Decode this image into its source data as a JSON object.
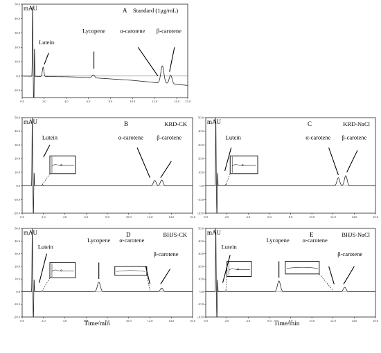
{
  "figure": {
    "xlabel": "Time/min"
  },
  "chart_data": [
    {
      "id": "A",
      "type": "line",
      "letter": "A",
      "condition": "Standard (1μg/mL)",
      "ylabel": "mAU",
      "xlim": [
        0,
        15
      ],
      "ylim": [
        -15,
        50
      ],
      "xticks": [
        0,
        2,
        4,
        6,
        8,
        10,
        12,
        14
      ],
      "xtick_labels": [
        "0.0",
        "2.0",
        "4.0",
        "6.0",
        "8.0",
        "10.0",
        "12.0",
        "14.0",
        "15.0"
      ],
      "yticks": [
        -10,
        0,
        10,
        20,
        30,
        40,
        50
      ],
      "ytick_labels": [
        "-10.0",
        "0.0",
        "10.0",
        "20.0",
        "30.0",
        "40.0",
        "50.0"
      ],
      "series": [
        {
          "baseline": [
            [
              0,
              0
            ],
            [
              1.7,
              -0.3
            ],
            [
              4,
              -0.5
            ],
            [
              6,
              -1
            ],
            [
              8,
              -2
            ],
            [
              10,
              -3
            ],
            [
              12,
              -4.5
            ],
            [
              15,
              -6.5
            ]
          ],
          "peaks": [
            {
              "x": 0.95,
              "h": 49,
              "w": 0.025
            },
            {
              "x": 1.05,
              "h": -28,
              "w": 0.025
            },
            {
              "x": 1.12,
              "h": 20,
              "w": 0.02
            },
            {
              "x": 1.9,
              "h": 6.5,
              "w": 0.07
            },
            {
              "x": 6.45,
              "h": 2,
              "w": 0.12
            },
            {
              "x": 12.7,
              "h": 12,
              "w": 0.14
            },
            {
              "x": 13.45,
              "h": 6,
              "w": 0.13
            }
          ]
        }
      ],
      "annotations": [
        {
          "text": "Lutein",
          "x": 2.2,
          "y": 22,
          "tip": [
            2.0,
            8
          ],
          "tail": [
            2.4,
            16
          ]
        },
        {
          "text": "Lycopene",
          "x": 6.5,
          "y": 30,
          "tip": [
            6.5,
            5
          ],
          "tail": [
            6.5,
            17
          ]
        },
        {
          "text": "α-carotene",
          "x": 10.0,
          "y": 30,
          "tip": [
            12.3,
            0
          ],
          "tail": [
            10.5,
            20
          ]
        },
        {
          "text": "β-carotene",
          "x": 13.3,
          "y": 30,
          "tip": [
            13.35,
            3
          ],
          "tail": [
            13.8,
            20
          ]
        }
      ]
    },
    {
      "id": "B",
      "type": "line",
      "letter": "B",
      "condition": "KRD-CK",
      "ylabel": "mAU",
      "xlim": [
        0,
        16
      ],
      "ylim": [
        -20,
        50
      ],
      "xticks": [
        0,
        2,
        4,
        6,
        8,
        10,
        12,
        14,
        16
      ],
      "xtick_labels": [
        "0.0",
        "2.0",
        "4.0",
        "6.0",
        "8.0",
        "10.0",
        "12.0",
        "14.0",
        "16.0"
      ],
      "yticks": [
        -20,
        -10,
        0,
        10,
        20,
        30,
        40,
        50
      ],
      "ytick_labels": [
        "-20.0",
        "-10.0",
        "0.0",
        "10.0",
        "20.0",
        "30.0",
        "40.0",
        "50.0"
      ],
      "series": [
        {
          "baseline": [
            [
              0,
              0
            ],
            [
              16,
              0
            ]
          ],
          "peaks": [
            {
              "x": 0.95,
              "h": 50,
              "w": 0.025
            },
            {
              "x": 1.05,
              "h": -23,
              "w": 0.025
            },
            {
              "x": 1.12,
              "h": 10,
              "w": 0.02
            },
            {
              "x": 1.9,
              "h": 0.8,
              "w": 0.06
            },
            {
              "x": 12.45,
              "h": 4,
              "w": 0.13
            },
            {
              "x": 13.1,
              "h": 4.3,
              "w": 0.13
            }
          ]
        }
      ],
      "inset": {
        "x0": 2.6,
        "y0": 22,
        "x1": 5.0,
        "y1": 9
      },
      "annotations": [
        {
          "text": "Lutein",
          "x": 2.6,
          "y": 34,
          "tip": [
            2.0,
            21
          ],
          "tail": [
            2.6,
            30
          ]
        },
        {
          "text": "α-carotene",
          "x": 10.2,
          "y": 34,
          "tip": [
            12.0,
            6
          ],
          "tail": [
            10.8,
            28
          ]
        },
        {
          "text": "β-carotene",
          "x": 13.8,
          "y": 34,
          "tip": [
            13.0,
            6
          ],
          "tail": [
            14.0,
            18
          ]
        }
      ]
    },
    {
      "id": "C",
      "type": "line",
      "letter": "C",
      "condition": "KRD-NaCl",
      "ylabel": "mAU",
      "xlim": [
        0,
        16
      ],
      "ylim": [
        -20,
        50
      ],
      "xticks": [
        0,
        2,
        4,
        6,
        8,
        10,
        12,
        14,
        16
      ],
      "xtick_labels": [
        "0.0",
        "2.0",
        "4.0",
        "6.0",
        "8.0",
        "10.0",
        "12.0",
        "14.0",
        "16.0"
      ],
      "yticks": [
        -20,
        -10,
        0,
        10,
        20,
        30,
        40,
        50
      ],
      "ytick_labels": [
        "-20.0",
        "-10.0",
        "0.0",
        "10.0",
        "20.0",
        "30.0",
        "40.0",
        "50.0"
      ],
      "series": [
        {
          "baseline": [
            [
              0,
              0
            ],
            [
              16,
              0
            ]
          ],
          "peaks": [
            {
              "x": 0.95,
              "h": 50,
              "w": 0.025
            },
            {
              "x": 1.05,
              "h": -23,
              "w": 0.025
            },
            {
              "x": 1.12,
              "h": 10,
              "w": 0.02
            },
            {
              "x": 1.9,
              "h": 1.0,
              "w": 0.06
            },
            {
              "x": 12.5,
              "h": 6,
              "w": 0.13
            },
            {
              "x": 13.2,
              "h": 7.5,
              "w": 0.13
            }
          ]
        }
      ],
      "inset": {
        "x0": 2.3,
        "y0": 22,
        "x1": 4.9,
        "y1": 9
      },
      "annotations": [
        {
          "text": "Lutein",
          "x": 2.6,
          "y": 34,
          "tip": [
            1.8,
            11
          ],
          "tail": [
            2.4,
            28
          ]
        },
        {
          "text": "α-carotene",
          "x": 10.6,
          "y": 34,
          "tip": [
            12.5,
            8
          ],
          "tail": [
            11.6,
            28
          ]
        },
        {
          "text": "β-carotene",
          "x": 14.0,
          "y": 34,
          "tip": [
            13.3,
            10
          ],
          "tail": [
            14.3,
            26
          ]
        }
      ]
    },
    {
      "id": "D",
      "type": "line",
      "letter": "D",
      "condition": "BHJS-CK",
      "ylabel": "mAU",
      "xlim": [
        0,
        16
      ],
      "ylim": [
        -20,
        50
      ],
      "xticks": [
        0,
        2,
        4,
        6,
        8,
        10,
        12,
        14,
        16
      ],
      "xtick_labels": [
        "0.0",
        "2.0",
        "4.0",
        "6.0",
        "8.0",
        "10.0",
        "12.0",
        "14.0",
        "16.0"
      ],
      "yticks": [
        -20,
        -10,
        0,
        10,
        20,
        30,
        40,
        50
      ],
      "ytick_labels": [
        "-20.0",
        "-10.0",
        "0.0",
        "10.0",
        "20.0",
        "30.0",
        "40.0",
        "50.0"
      ],
      "series": [
        {
          "baseline": [
            [
              0,
              0
            ],
            [
              16,
              0
            ]
          ],
          "peaks": [
            {
              "x": 0.95,
              "h": 50,
              "w": 0.025
            },
            {
              "x": 1.05,
              "h": -25,
              "w": 0.025
            },
            {
              "x": 1.12,
              "h": 10,
              "w": 0.02
            },
            {
              "x": 1.9,
              "h": 0.8,
              "w": 0.06
            },
            {
              "x": 7.2,
              "h": 7.5,
              "w": 0.14
            },
            {
              "x": 13.1,
              "h": 2.8,
              "w": 0.13
            }
          ]
        }
      ],
      "inset": {
        "x0": 2.6,
        "y0": 23,
        "x1": 5.0,
        "y1": 11
      },
      "inset2": {
        "x0": 8.7,
        "y0": 20,
        "x1": 11.7,
        "y1": 13
      },
      "annotations": [
        {
          "text": "Lutein",
          "x": 2.2,
          "y": 34,
          "tip": [
            1.6,
            7
          ],
          "tail": [
            2.3,
            30
          ]
        },
        {
          "text": "Lycopene",
          "x": 7.2,
          "y": 39,
          "tip": [
            7.2,
            10
          ],
          "tail": [
            7.2,
            23
          ]
        },
        {
          "text": "α-carotene",
          "x": 10.3,
          "y": 39,
          "tip": [
            12.0,
            6
          ],
          "tail": [
            11.6,
            20
          ]
        },
        {
          "text": "β-carotene",
          "x": 13.5,
          "y": 28,
          "tip": [
            13.0,
            6
          ],
          "tail": [
            13.9,
            18
          ]
        }
      ]
    },
    {
      "id": "E",
      "type": "line",
      "letter": "E",
      "condition": "BHJS-NaCl",
      "ylabel": "mAU",
      "xlim": [
        0,
        16
      ],
      "ylim": [
        -20,
        50
      ],
      "xticks": [
        0,
        2,
        4,
        6,
        8,
        10,
        12,
        14,
        16
      ],
      "xtick_labels": [
        "0.0",
        "2.0",
        "4.0",
        "6.0",
        "8.0",
        "10.0",
        "12.0",
        "14.0",
        "16.0"
      ],
      "yticks": [
        -20,
        -10,
        0,
        10,
        20,
        30,
        40,
        50
      ],
      "ytick_labels": [
        "-20.0",
        "-10.0",
        "0.0",
        "10.0",
        "20.0",
        "30.0",
        "40.0",
        "50.0"
      ],
      "series": [
        {
          "baseline": [
            [
              0,
              0
            ],
            [
              16,
              0
            ]
          ],
          "peaks": [
            {
              "x": 0.95,
              "h": 50,
              "w": 0.025
            },
            {
              "x": 1.05,
              "h": -24,
              "w": 0.025
            },
            {
              "x": 1.12,
              "h": 10,
              "w": 0.02
            },
            {
              "x": 1.9,
              "h": 0.8,
              "w": 0.06
            },
            {
              "x": 6.9,
              "h": 8.5,
              "w": 0.14
            },
            {
              "x": 13.1,
              "h": 3.5,
              "w": 0.13
            }
          ]
        }
      ],
      "inset": {
        "x0": 2.0,
        "y0": 24,
        "x1": 4.3,
        "y1": 12
      },
      "inset2": {
        "x0": 7.5,
        "y0": 24,
        "x1": 10.7,
        "y1": 14
      },
      "annotations": [
        {
          "text": "Lutein",
          "x": 2.2,
          "y": 34,
          "tip": [
            1.6,
            7
          ],
          "tail": [
            2.3,
            29
          ]
        },
        {
          "text": "Lycopene",
          "x": 6.8,
          "y": 39,
          "tip": [
            6.9,
            11
          ],
          "tail": [
            6.9,
            24
          ]
        },
        {
          "text": "α-carotene",
          "x": 10.3,
          "y": 39,
          "tip": [
            12.1,
            6
          ],
          "tail": [
            11.6,
            20
          ]
        },
        {
          "text": "β-carotene",
          "x": 13.6,
          "y": 28,
          "tip": [
            13.0,
            6
          ],
          "tail": [
            14.0,
            20
          ]
        }
      ]
    }
  ]
}
